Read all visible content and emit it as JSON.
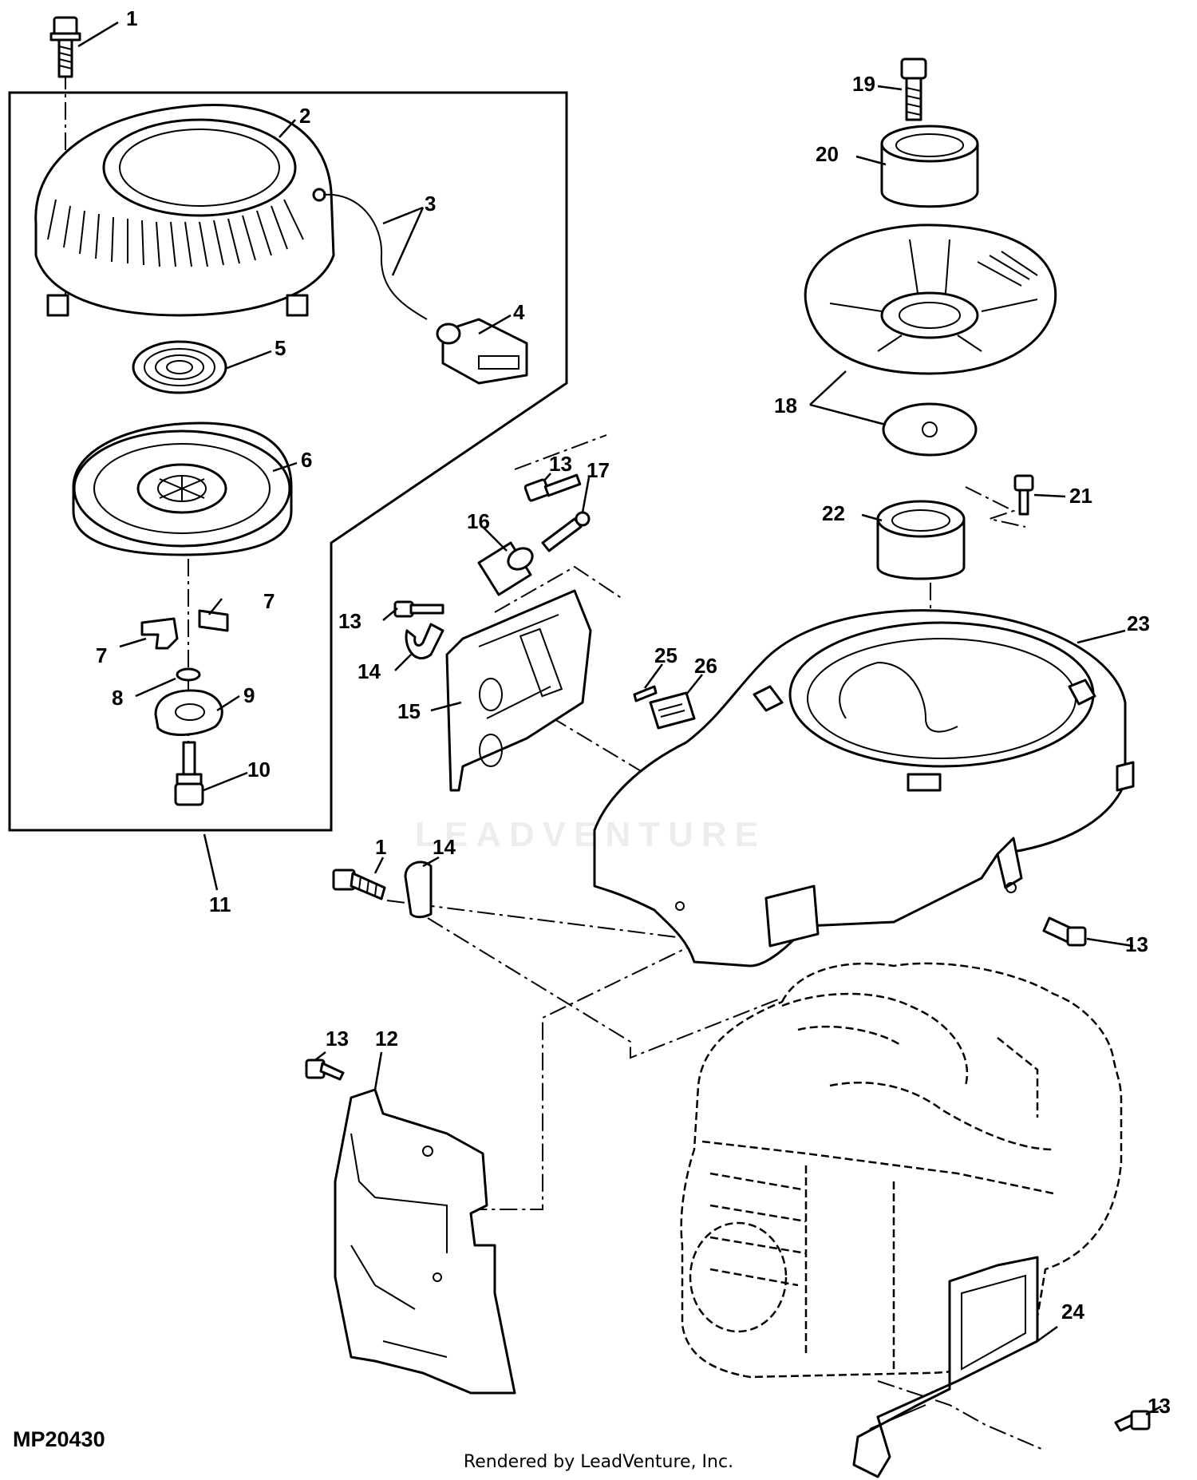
{
  "figure_id": "MP20430",
  "credit": "Rendered by LeadVenture, Inc.",
  "watermark": "LEADVENTURE",
  "callouts": [
    {
      "id": "c1a",
      "label": "1"
    },
    {
      "id": "c2",
      "label": "2"
    },
    {
      "id": "c3",
      "label": "3"
    },
    {
      "id": "c4",
      "label": "4"
    },
    {
      "id": "c5",
      "label": "5"
    },
    {
      "id": "c6",
      "label": "6"
    },
    {
      "id": "c7a",
      "label": "7"
    },
    {
      "id": "c7b",
      "label": "7"
    },
    {
      "id": "c8",
      "label": "8"
    },
    {
      "id": "c9",
      "label": "9"
    },
    {
      "id": "c10",
      "label": "10"
    },
    {
      "id": "c11",
      "label": "11"
    },
    {
      "id": "c12",
      "label": "12"
    },
    {
      "id": "c13a",
      "label": "13"
    },
    {
      "id": "c13b",
      "label": "13"
    },
    {
      "id": "c13c",
      "label": "13"
    },
    {
      "id": "c13d",
      "label": "13"
    },
    {
      "id": "c13e",
      "label": "13"
    },
    {
      "id": "c14a",
      "label": "14"
    },
    {
      "id": "c14b",
      "label": "14"
    },
    {
      "id": "c15",
      "label": "15"
    },
    {
      "id": "c16",
      "label": "16"
    },
    {
      "id": "c17",
      "label": "17"
    },
    {
      "id": "c18",
      "label": "18"
    },
    {
      "id": "c19",
      "label": "19"
    },
    {
      "id": "c20",
      "label": "20"
    },
    {
      "id": "c21",
      "label": "21"
    },
    {
      "id": "c22",
      "label": "22"
    },
    {
      "id": "c23",
      "label": "23"
    },
    {
      "id": "c24",
      "label": "24"
    },
    {
      "id": "c25",
      "label": "25"
    },
    {
      "id": "c26",
      "label": "26"
    },
    {
      "id": "c1b",
      "label": "1"
    }
  ]
}
